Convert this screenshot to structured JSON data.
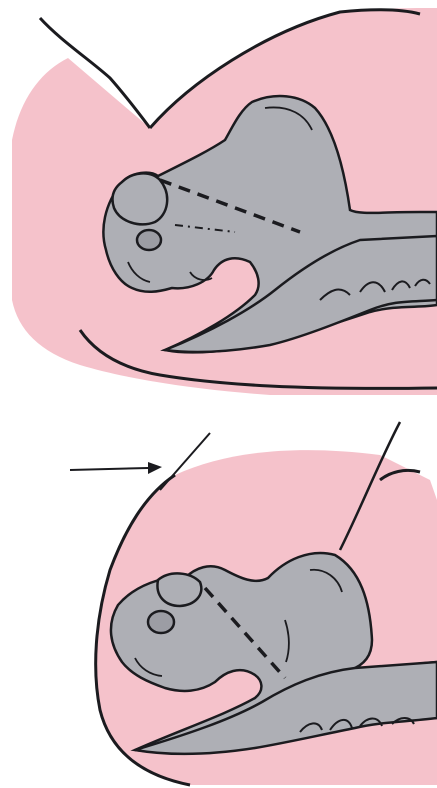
{
  "figure": {
    "panels": [
      {
        "id": "top"
      },
      {
        "id": "bottom"
      }
    ],
    "colors": {
      "skin": "#f5c2cb",
      "tissue": "#aeafb5",
      "tissue_shade": "#9c9da4",
      "outline": "#1b1b1f",
      "background": "#ffffff"
    },
    "callouts": [
      {
        "panel": "bottom",
        "type": "arrow",
        "points_to": "incision-line"
      }
    ]
  }
}
